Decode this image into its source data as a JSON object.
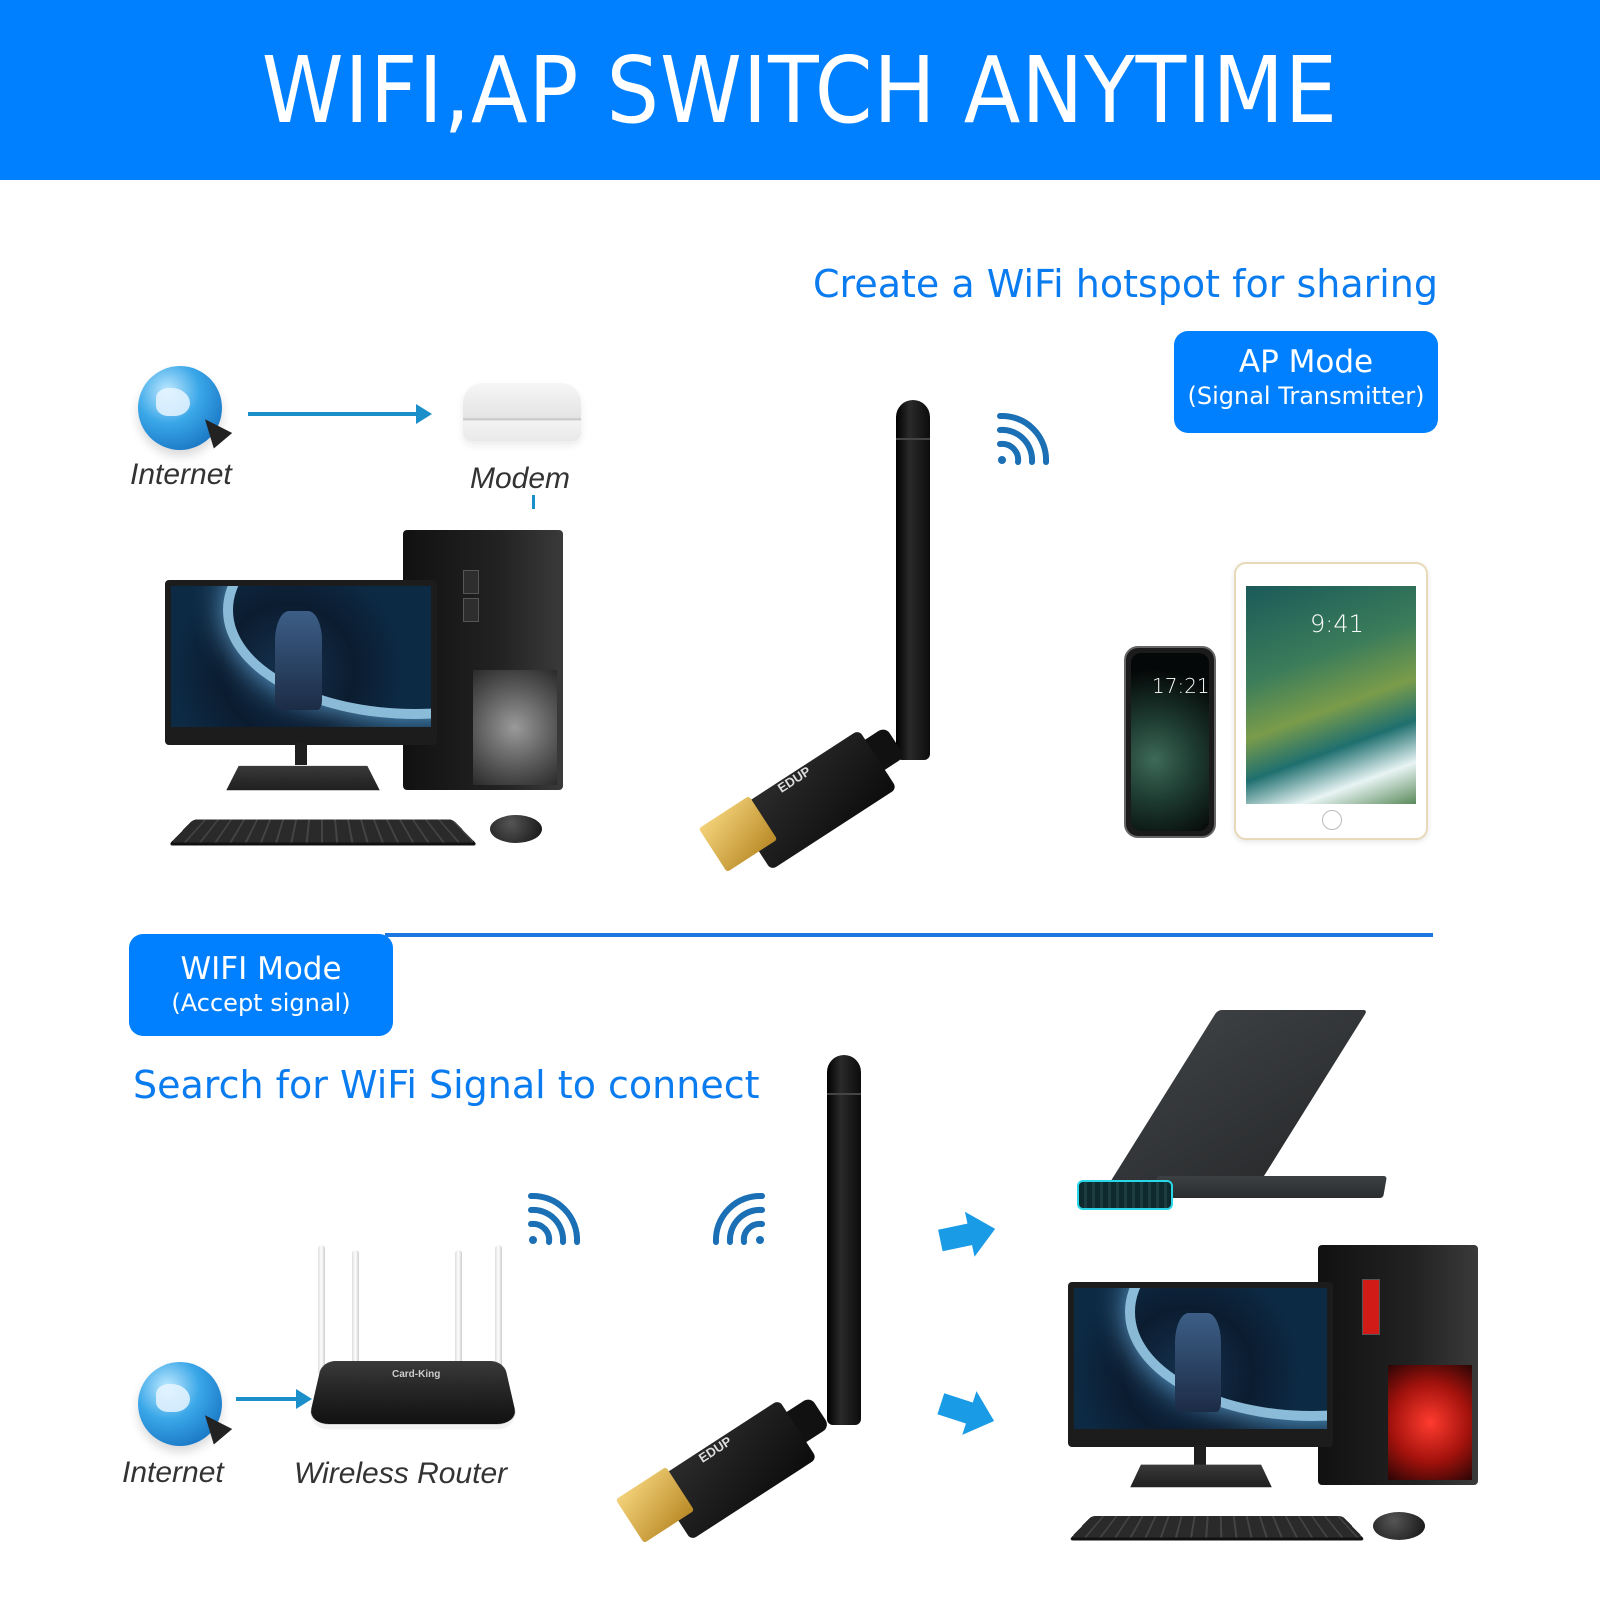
{
  "header": {
    "title": "WIFI,AP SWITCH ANYTIME",
    "background_color": "#0080ff"
  },
  "ap_section": {
    "caption": "Create a WiFi hotspot for sharing",
    "badge": {
      "title": "AP Mode",
      "subtitle": "(Signal Transmitter)"
    },
    "source_flow": [
      {
        "label": "Internet",
        "icon": "globe-icon"
      },
      {
        "label": "Modem",
        "icon": "modem-icon"
      }
    ],
    "host_device": "desktop-pc",
    "adapter": {
      "brand": "EDUP",
      "signal_icon": "wifi-signal-icon"
    },
    "client_devices": [
      {
        "type": "smartphone",
        "screen_time": "17:21"
      },
      {
        "type": "tablet",
        "screen_time": "9:41"
      }
    ]
  },
  "wifi_section": {
    "badge": {
      "title": "WIFI Mode",
      "subtitle": "(Accept signal)"
    },
    "caption": "Search for WiFi Signal to connect",
    "source_flow": [
      {
        "label": "Internet",
        "icon": "globe-icon"
      },
      {
        "label": "Wireless Router",
        "icon": "router-icon",
        "brand": "Card-King"
      }
    ],
    "adapter": {
      "brand": "EDUP",
      "signal_icon": "wifi-signal-icon"
    },
    "target_devices": [
      {
        "type": "laptop"
      },
      {
        "type": "desktop-pc"
      }
    ]
  },
  "colors": {
    "accent_blue": "#0080ff",
    "caption_blue": "#0a7cf0",
    "arrow_blue": "#1a8fc9",
    "block_arrow_blue": "#1a9be6",
    "divider_blue": "#1a78e0"
  }
}
